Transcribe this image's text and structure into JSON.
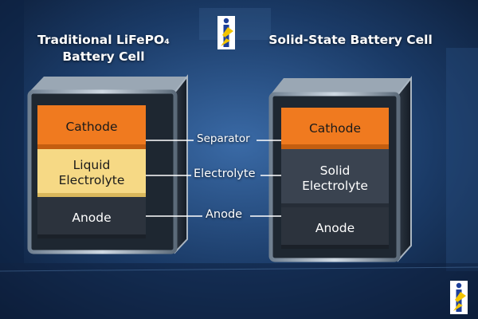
{
  "titles": {
    "left": "Traditional LiFePO₄\nBattery Cell",
    "right": "Solid-State Battery Cell"
  },
  "cells": {
    "left": {
      "cathode": "Cathode",
      "electrolyte": "Liquid\nElectrolyte",
      "anode": "Anode"
    },
    "right": {
      "cathode": "Cathode",
      "electrolyte": "Solid\nElectrolyte",
      "anode": "Anode"
    }
  },
  "callouts": {
    "separator": "Separator",
    "electrolyte": "Electrolyte",
    "anode": "Anode"
  },
  "colors": {
    "cathode": "#f07a1f",
    "liquid_electrolyte": "#f6d985",
    "solid_electrolyte": "#3a4350",
    "anode": "#2c333d",
    "background": "#123057"
  },
  "icons": [
    "logo-icon"
  ]
}
